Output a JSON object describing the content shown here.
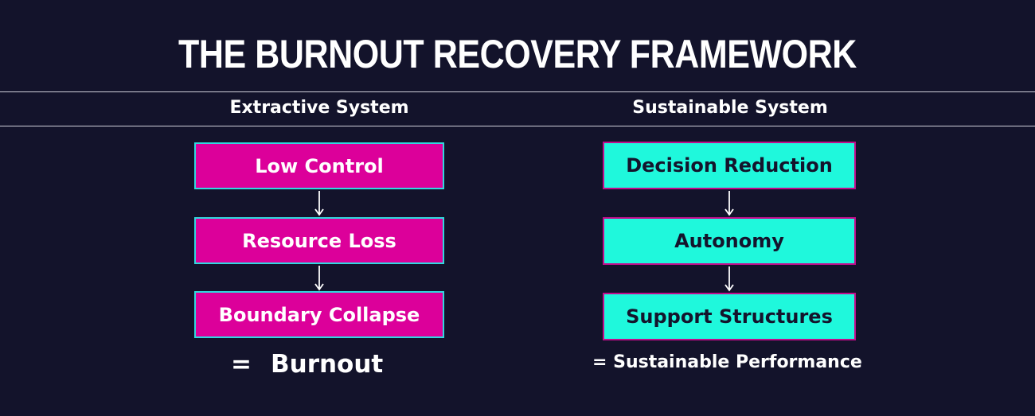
{
  "title": "THE BURNOUT RECOVERY FRAMEWORK",
  "columns": {
    "left": {
      "heading": "Extractive System",
      "steps": [
        "Low Control",
        "Resource Loss",
        "Boundary Collapse"
      ],
      "result_symbol": "=",
      "result_label": "Burnout"
    },
    "right": {
      "heading": "Sustainable System",
      "steps": [
        "Decision Reduction",
        "Autonomy",
        "Support Structures"
      ],
      "result_label": "= Sustainable Performance"
    }
  },
  "colors": {
    "background": "#13132b",
    "extractive_fill": "#dc009a",
    "extractive_border": "#31d8de",
    "sustainable_fill": "#1ff8dc",
    "sustainable_border": "#c20c8b",
    "text_light": "#ffffff",
    "text_dark": "#14142c"
  },
  "icons": {
    "flow_arrow": "down-arrow-icon"
  }
}
